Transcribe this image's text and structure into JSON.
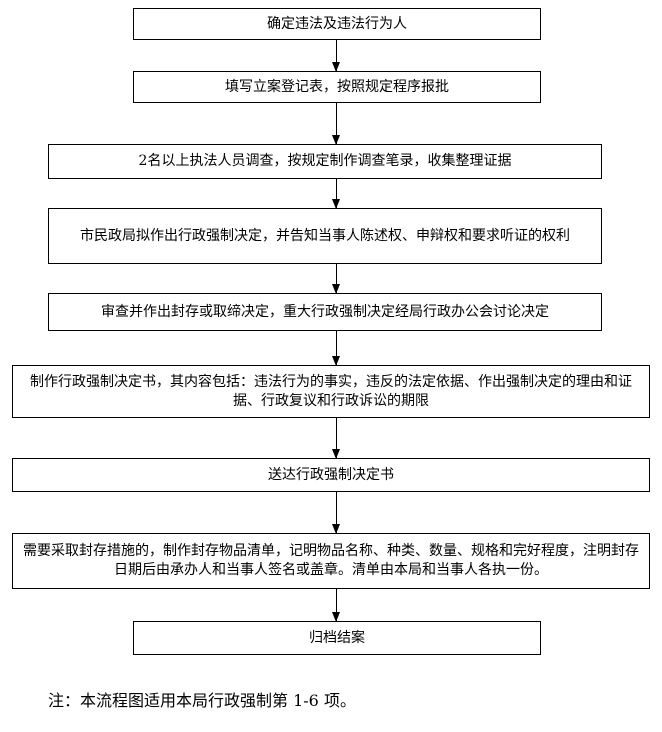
{
  "steps": [
    {
      "text": "确定违法及违法行为人"
    },
    {
      "text": "填写立案登记表，按照规定程序报批"
    },
    {
      "text": "2名以上执法人员调查，按规定制作调查笔录，收集整理证据"
    },
    {
      "text": "市民政局拟作出行政强制决定，并告知当事人陈述权、申辩权和要求听证的权利"
    },
    {
      "text": "审查并作出封存或取缔决定，重大行政强制决定经局行政办公会讨论决定"
    },
    {
      "text": "制作行政强制决定书，其内容包括：违法行为的事实，违反的法定依据、作出强制决定的理由和证据、行政复议和行政诉讼的期限"
    },
    {
      "text": "送达行政强制决定书"
    },
    {
      "text": "需要采取封存措施的，制作封存物品清单，记明物品名称、种类、数量、规格和完好程度，注明封存日期后由承办人和当事人签名或盖章。清单由本局和当事人各执一份。"
    },
    {
      "text": "归档结案"
    }
  ],
  "note": "注：本流程图适用本局行政强制第 1-6 项。"
}
